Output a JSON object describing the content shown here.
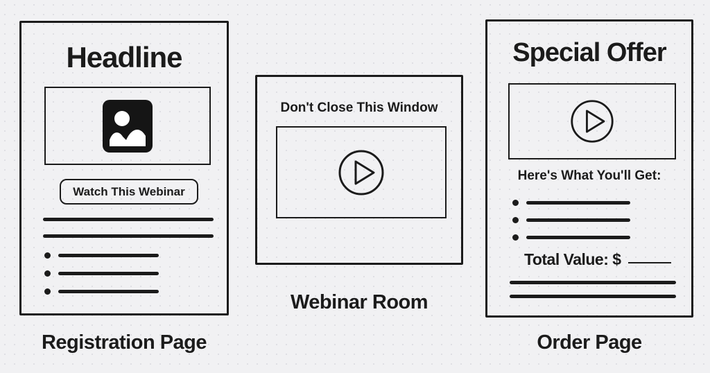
{
  "colors": {
    "background": "#f1f1f3",
    "ink": "#1b1b1b"
  },
  "panels": {
    "registration": {
      "headline": "Headline",
      "button_label": "Watch This Webinar",
      "caption": "Registration Page"
    },
    "webinar": {
      "warning": "Don't Close This Window",
      "caption": "Webinar Room"
    },
    "order": {
      "title": "Special Offer",
      "subtitle": "Here's What You'll Get:",
      "total_value_label": "Total Value: $",
      "caption": "Order Page"
    }
  },
  "icons": {
    "image_icon": "image-placeholder",
    "play_icon": "play-button"
  }
}
